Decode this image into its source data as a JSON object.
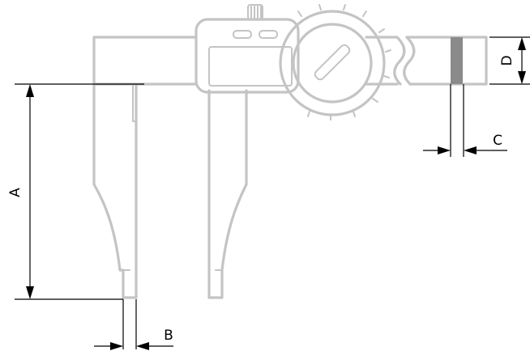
{
  "diagram": {
    "labels": {
      "a": "A",
      "b": "B",
      "c": "C",
      "d": "D"
    },
    "colors": {
      "outline": "#c4c4c4",
      "dimension": "#000000",
      "marker": "#8a8a8a"
    }
  }
}
